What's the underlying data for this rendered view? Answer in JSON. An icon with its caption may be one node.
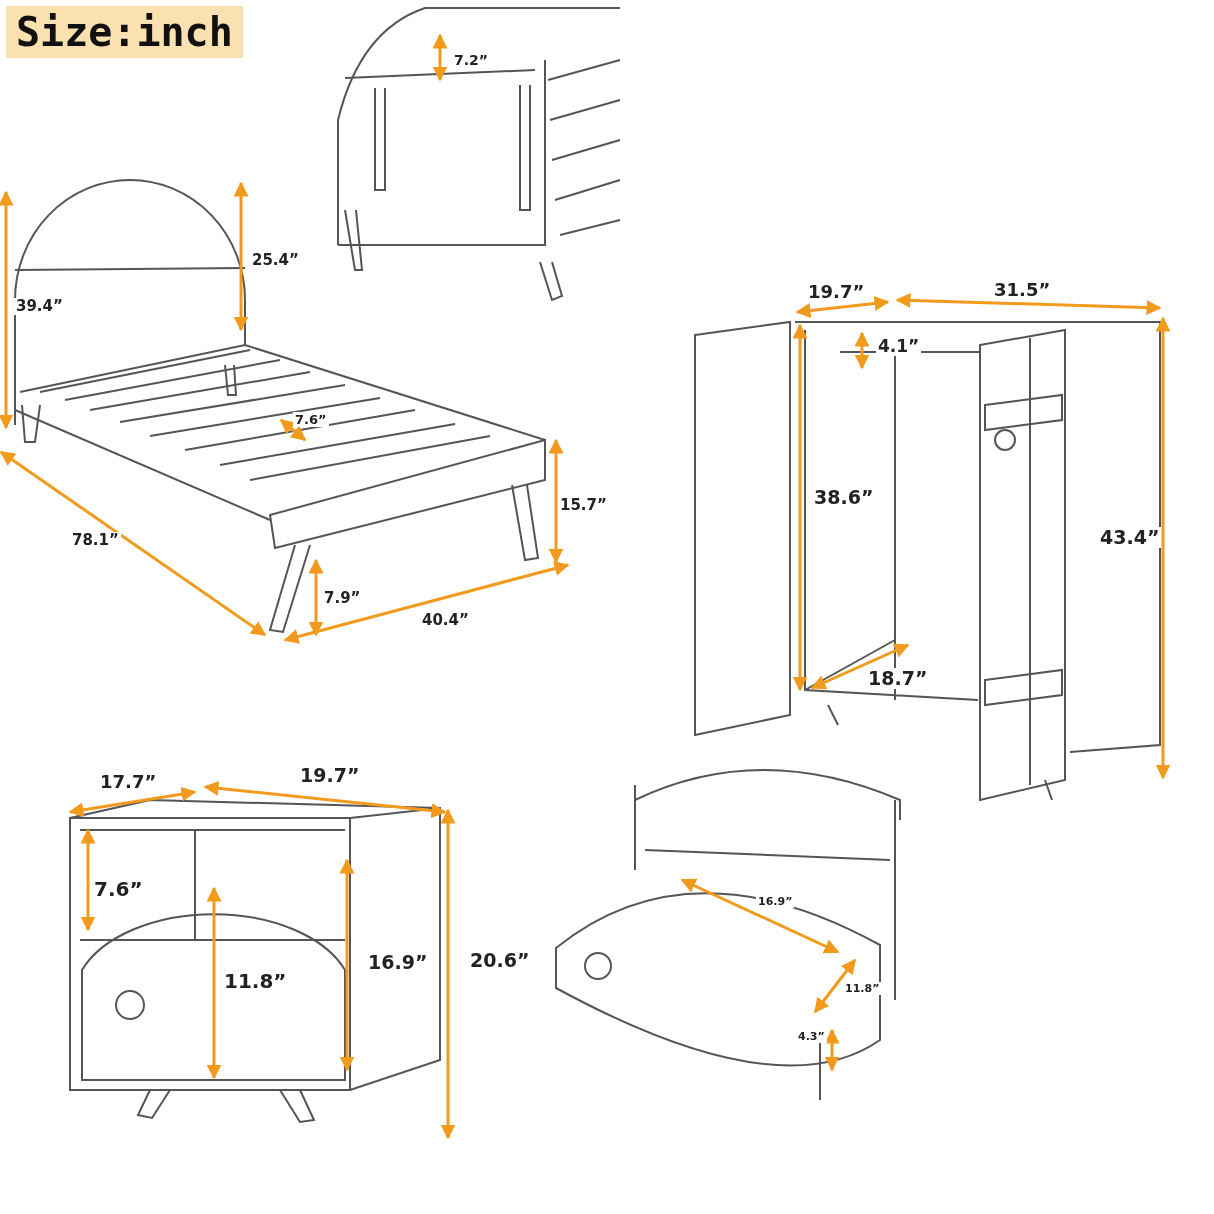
{
  "diagram": {
    "title": "Size:inch",
    "labels": [
      "7.2”",
      "25.4”",
      "39.4”",
      "19.7”",
      "31.5”",
      "4.1”",
      "7.6”",
      "38.6”",
      "43.4”",
      "15.7”",
      "78.1”",
      "7.9”",
      "40.4”",
      "18.7”",
      "17.7”",
      "19.7”",
      "7.6”",
      "16.9”",
      "20.6”",
      "11.8”",
      "16.9”",
      "11.8”",
      "4.3”"
    ]
  }
}
